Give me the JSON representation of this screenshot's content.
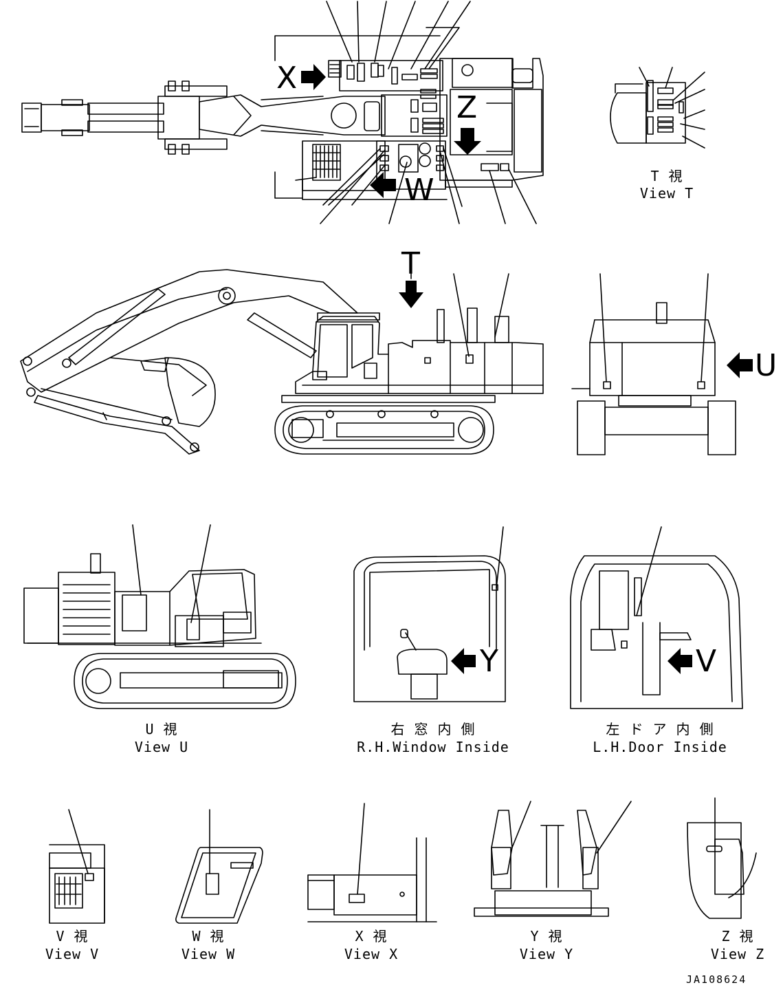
{
  "view_letters": {
    "x": "X",
    "z": "Z",
    "w": "W",
    "t": "T",
    "u": "U",
    "y": "Y",
    "v": "V"
  },
  "captions": {
    "view_t_jp": "T 視",
    "view_t_en": "View T",
    "view_u_jp": "U 視",
    "view_u_en": "View U",
    "rh_window_jp": "右 窓 内 側",
    "rh_window_en": "R.H.Window Inside",
    "lh_door_jp": "左 ド ア 内 側",
    "lh_door_en": "L.H.Door Inside",
    "view_v_jp": "V 視",
    "view_v_en": "View V",
    "view_w_jp": "W 視",
    "view_w_en": "View W",
    "view_x_jp": "X 視",
    "view_x_en": "View X",
    "view_y_jp": "Y 視",
    "view_y_en": "View Y",
    "view_z_jp": "Z 視",
    "view_z_en": "View Z"
  },
  "drawing_number": "JA108624",
  "colors": {
    "line": "#000000",
    "background": "#ffffff"
  }
}
